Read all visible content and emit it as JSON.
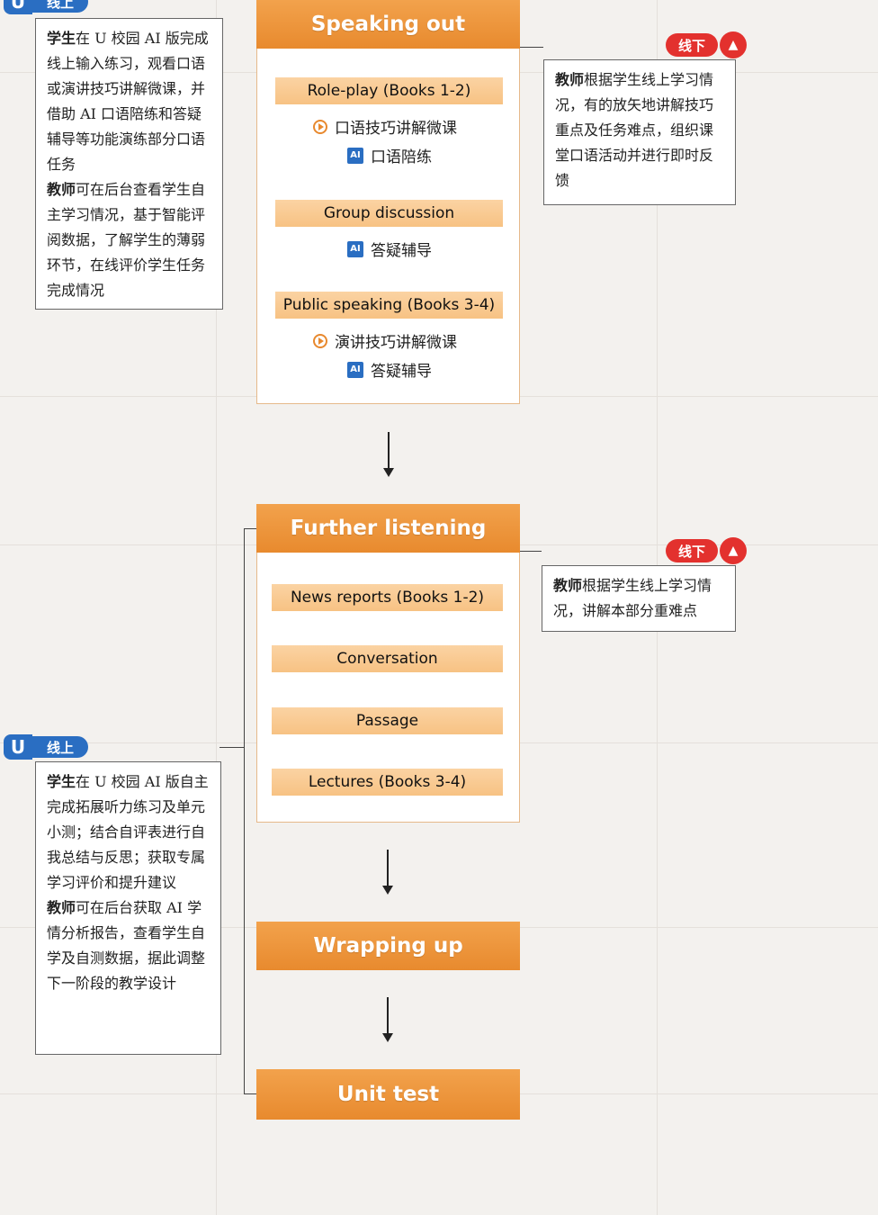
{
  "sections": {
    "speaking_out": {
      "title": "Speaking out",
      "items": [
        {
          "label": "Role-play (Books 1-2)",
          "subs": [
            "口语技巧讲解微课",
            "口语陪练"
          ]
        },
        {
          "label": "Group discussion",
          "subs": [
            "答疑辅导"
          ]
        },
        {
          "label": "Public speaking (Books 3-4)",
          "subs": [
            "演讲技巧讲解微课",
            "答疑辅导"
          ]
        }
      ]
    },
    "further_listening": {
      "title": "Further listening",
      "items": [
        "News reports (Books 1-2)",
        "Conversation",
        "Passage",
        "Lectures (Books 3-4)"
      ]
    },
    "wrapping_up": {
      "title": "Wrapping up"
    },
    "unit_test": {
      "title": "Unit test"
    }
  },
  "icons": {
    "micro_lesson": "play-circle-icon",
    "ai": "AI"
  },
  "notes": {
    "online_1": {
      "tag": "线上",
      "student_label": "学生",
      "student_text": "在 U 校园 AI 版完成线上输入练习，观看口语或演讲技巧讲解微课，并借助 AI 口语陪练和答疑辅导等功能演练部分口语任务",
      "teacher_label": "教师",
      "teacher_text": "可在后台查看学生自主学习情况，基于智能评阅数据，了解学生的薄弱环节，在线评价学生任务完成情况"
    },
    "offline_1": {
      "tag": "线下",
      "teacher_label": "教师",
      "teacher_text": "根据学生线上学习情况，有的放矢地讲解技巧重点及任务难点，组织课堂口语活动并进行即时反馈"
    },
    "offline_2": {
      "tag": "线下",
      "teacher_label": "教师",
      "teacher_text": "根据学生线上学习情况，讲解本部分重难点"
    },
    "online_2": {
      "tag": "线上",
      "student_label": "学生",
      "student_text": "在 U 校园 AI 版自主完成拓展听力练习及单元小测；结合自评表进行自我总结与反思；获取专属学习评价和提升建议",
      "teacher_label": "教师",
      "teacher_text": "可在后台获取 AI 学情分析报告，查看学生自学及自测数据，据此调整下一阶段的教学设计"
    }
  },
  "colors": {
    "header_orange": "#e88a2e",
    "bar_orange": "#f7c283",
    "online_blue": "#2a6ec2",
    "offline_red": "#e3312e"
  }
}
